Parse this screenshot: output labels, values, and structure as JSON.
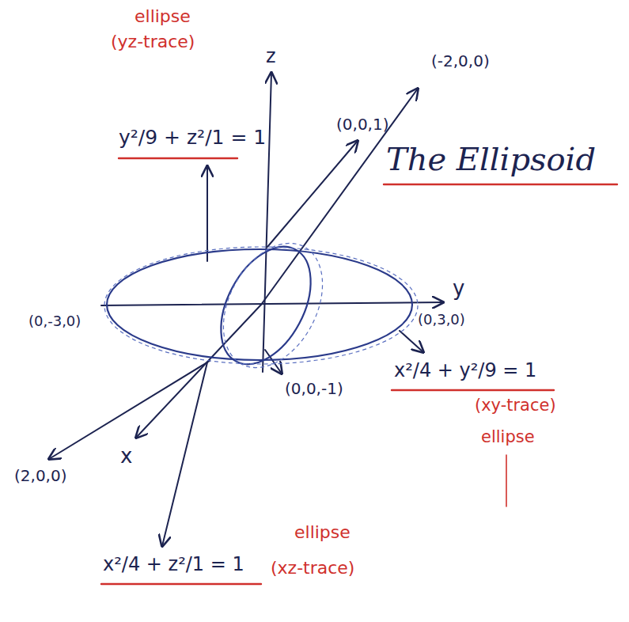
{
  "diagram": {
    "title": "The Ellipsoid",
    "labels": [
      "ellipse",
      "(yz-trace)",
      "y²/9 + z²/1 = 1",
      "z",
      "(0,0,1)",
      "(-2,0,0)",
      "y",
      "(0,-3,0)",
      "(0,3,0)",
      "x²/4 + y²/9 = 1",
      "(xy-trace)",
      "ellipse",
      "x",
      "(2,0,0)",
      "(0,0,-1)",
      "x²/4 + z²/1 = 1",
      "ellipse",
      "(xz-trace)"
    ]
  }
}
